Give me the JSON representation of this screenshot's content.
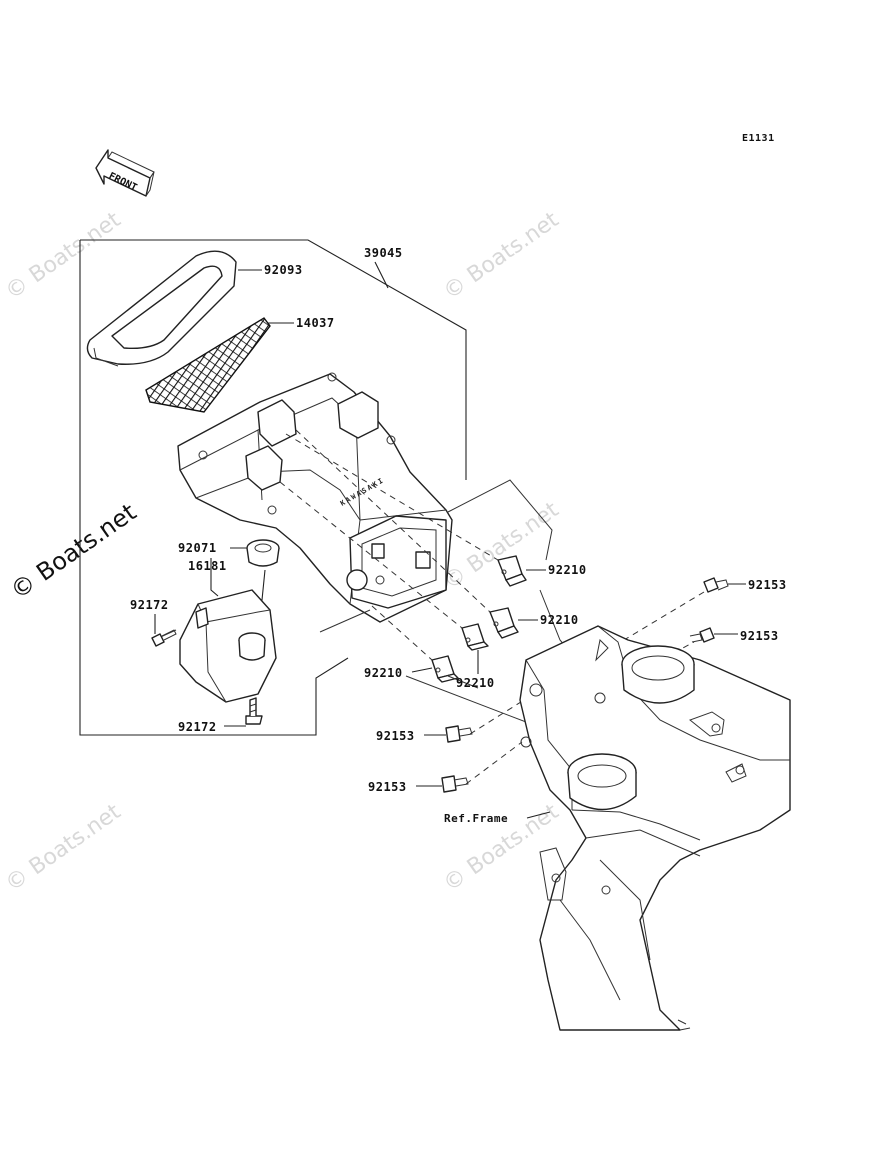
{
  "diagram_code": "E1131",
  "front_label": "FRONT",
  "watermark": "© Boats.net",
  "reference_label": "Ref.Frame",
  "duct_marking": "KAWASAKI",
  "parts": [
    {
      "id": "p39045",
      "number": "39045"
    },
    {
      "id": "p92093",
      "number": "92093"
    },
    {
      "id": "p14037",
      "number": "14037"
    },
    {
      "id": "p92071",
      "number": "92071"
    },
    {
      "id": "p16181",
      "number": "16181"
    },
    {
      "id": "p92172a",
      "number": "92172"
    },
    {
      "id": "p92172b",
      "number": "92172"
    },
    {
      "id": "p92210a",
      "number": "92210"
    },
    {
      "id": "p92210b",
      "number": "92210"
    },
    {
      "id": "p92210c",
      "number": "92210"
    },
    {
      "id": "p92210d",
      "number": "92210"
    },
    {
      "id": "p92153a",
      "number": "92153"
    },
    {
      "id": "p92153b",
      "number": "92153"
    },
    {
      "id": "p92153c",
      "number": "92153"
    },
    {
      "id": "p92153d",
      "number": "92153"
    }
  ]
}
